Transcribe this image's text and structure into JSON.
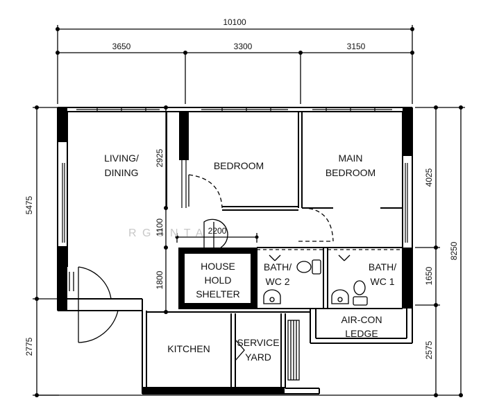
{
  "plan": {
    "dimensions": {
      "overall_width": "10100",
      "seg_1": "3650",
      "seg_2": "3300",
      "seg_3": "3150",
      "left_upper": "5475",
      "left_lower": "2775",
      "right_overall": "8250",
      "right_1": "4025",
      "right_2": "1650",
      "right_3": "2575",
      "inner_2925": "2925",
      "inner_1100": "1100",
      "inner_1800": "1800",
      "inner_2200": "2200"
    },
    "rooms": {
      "living_line1": "LIVING/",
      "living_line2": "DINING",
      "bedroom": "BEDROOM",
      "main_line1": "MAIN",
      "main_line2": "BEDROOM",
      "shelter_line1": "HOUSE",
      "shelter_line2": "HOLD",
      "shelter_line3": "SHELTER",
      "bath2_line1": "BATH/",
      "bath2_line2": "WC 2",
      "bath1_line1": "BATH/",
      "bath1_line2": "WC 1",
      "aircon_line1": "AIR-CON",
      "aircon_line2": "LEDGE",
      "kitchen": "KITCHEN",
      "service_line1": "SERVICE",
      "service_line2": "YARD"
    },
    "watermark": "R G S N T A"
  }
}
